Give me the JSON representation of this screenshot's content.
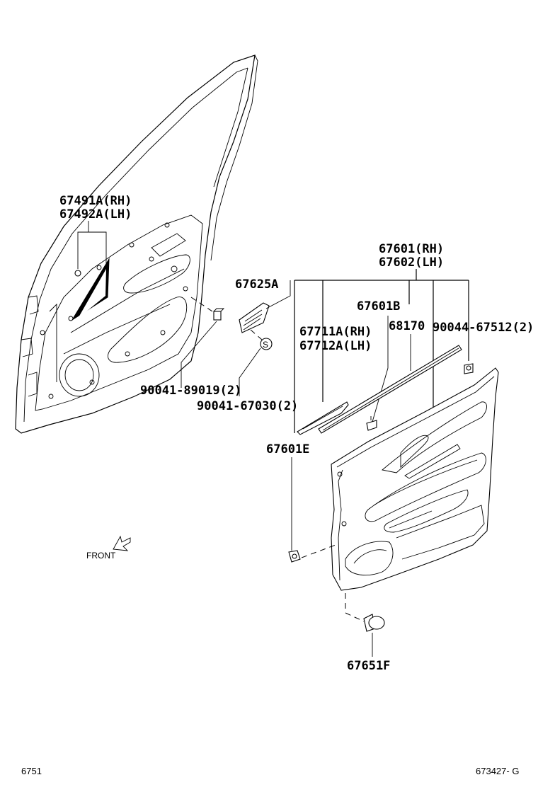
{
  "labels": {
    "p67491A": "67491A(RH)",
    "p67492A": "67492A(LH)",
    "p67625A": "67625A",
    "p90041_89019": "90041-89019(2)",
    "p90041_67030": "90041-67030(2)",
    "p67601": "67601(RH)",
    "p67602": "67602(LH)",
    "p67601B": "67601B",
    "p67711A": "67711A(RH)",
    "p67712A": "67712A(LH)",
    "p68170": "68170",
    "p90044_67512": "90044-67512(2)",
    "p67601E": "67601E",
    "p67651F": "67651F",
    "s_mark": "S",
    "front": "FRONT"
  },
  "footer": {
    "left_code": "6751",
    "right_code": "673427- G"
  }
}
